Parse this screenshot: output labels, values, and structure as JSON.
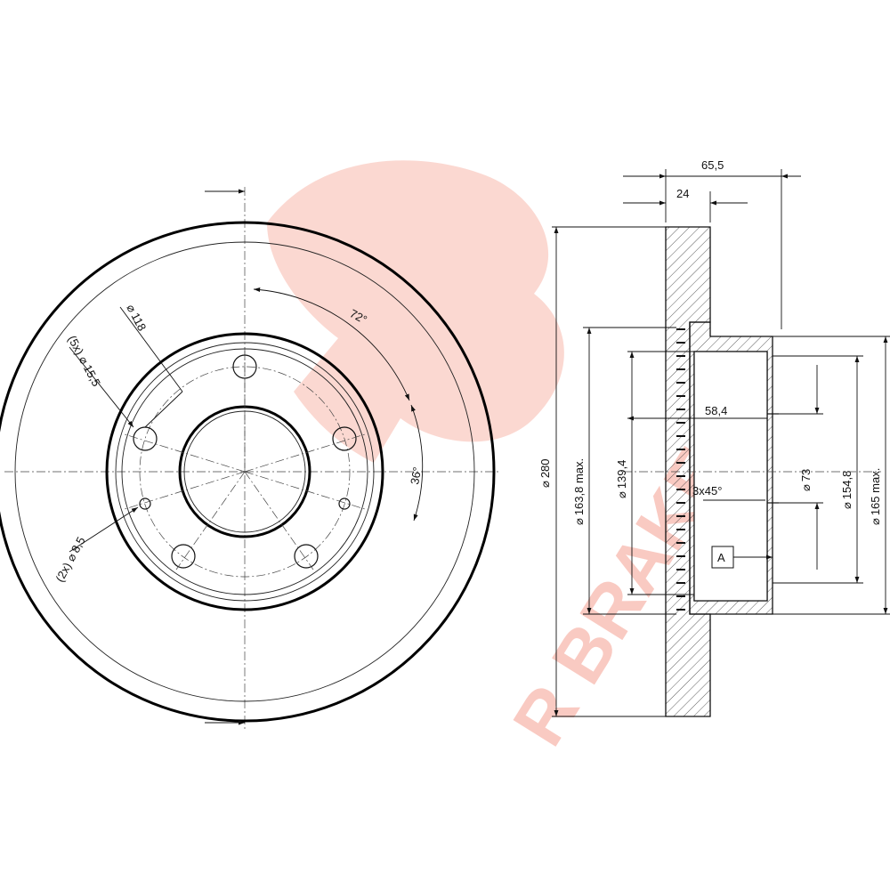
{
  "watermark": {
    "brand": "R BRAKE",
    "color": "#f6a89a"
  },
  "front_view": {
    "pcd": "118",
    "bolt_holes": "(5x)",
    "bolt_diameter": "15,5",
    "pin_holes": "(2x)",
    "pin_diameter": "8,5",
    "angle_bolts": "72°",
    "angle_pins": "36°"
  },
  "side_view": {
    "total_height": "65,5",
    "thickness": "24",
    "outer_diameter": "280",
    "inner_rim_diameter": "163,8 max.",
    "hat_diameter": "139,4",
    "offset": "58,4",
    "chamfer": "3x45°",
    "center_bore": "73",
    "hub_diameter": "154,8",
    "hub_outer_diameter": "165 max.",
    "datum": "A"
  },
  "symbols": {
    "diameter": "⌀"
  }
}
